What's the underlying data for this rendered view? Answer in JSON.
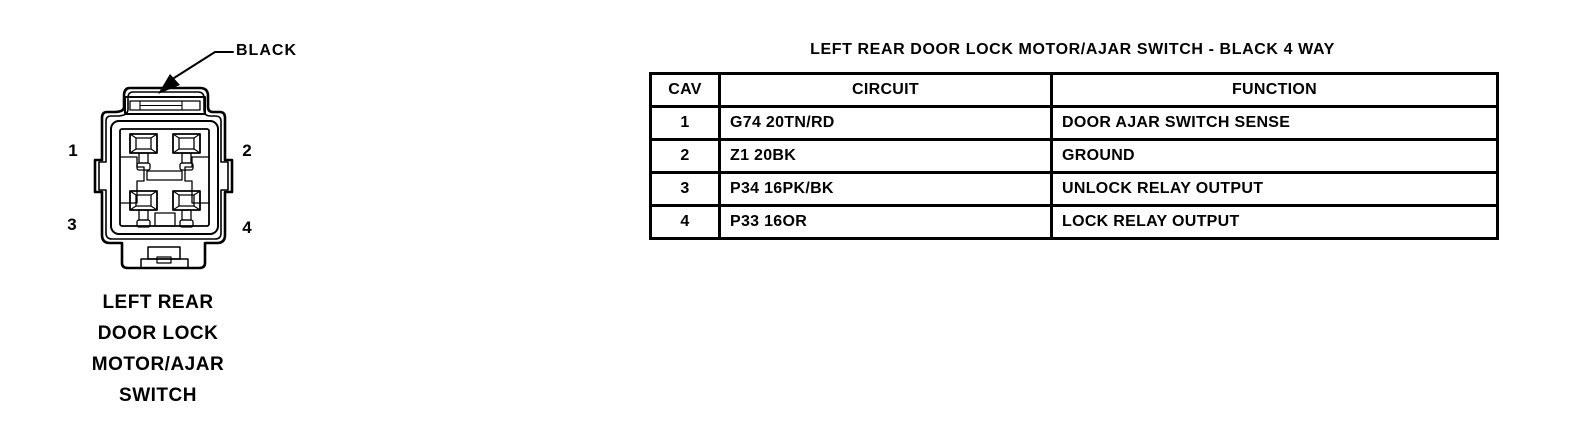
{
  "colors": {
    "ink": "#000000",
    "paper": "#ffffff"
  },
  "figure": {
    "color_callout": "BLACK",
    "pin_labels": [
      "1",
      "2",
      "3",
      "4"
    ],
    "caption_lines": [
      "LEFT REAR",
      "DOOR LOCK",
      "MOTOR/AJAR",
      "SWITCH"
    ]
  },
  "table": {
    "title": "LEFT REAR DOOR LOCK MOTOR/AJAR SWITCH - BLACK 4 WAY",
    "headers": [
      "CAV",
      "CIRCUIT",
      "FUNCTION"
    ],
    "rows": [
      [
        "1",
        "G74 20TN/RD",
        "DOOR AJAR SWITCH SENSE"
      ],
      [
        "2",
        "Z1 20BK",
        "GROUND"
      ],
      [
        "3",
        "P34 16PK/BK",
        "UNLOCK RELAY OUTPUT"
      ],
      [
        "4",
        "P33 16OR",
        "LOCK RELAY OUTPUT"
      ]
    ]
  }
}
